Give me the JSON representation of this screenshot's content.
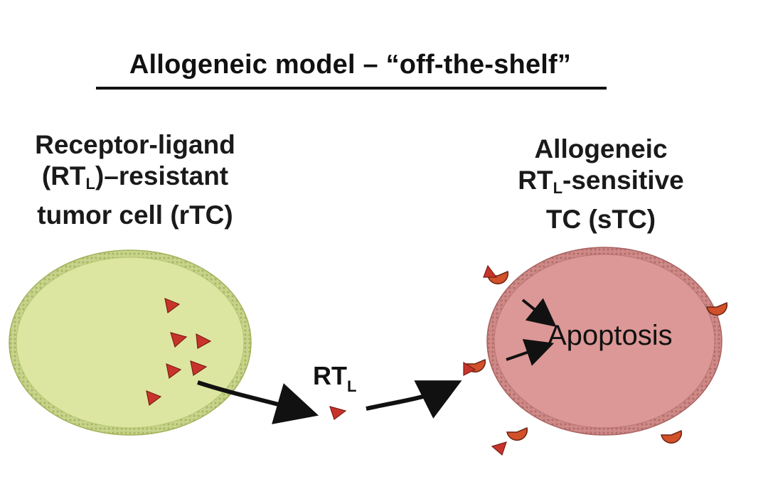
{
  "title": "Allogeneic model – “off-the-shelf”",
  "left_cell": {
    "label_lines": [
      "Receptor-ligand",
      "(RT",
      "L",
      ")–resistant",
      "tumor cell (rTC)"
    ],
    "fill_color": "#dde6a0",
    "membrane_color": "#b9c777"
  },
  "right_cell": {
    "label_lines": [
      "Allogeneic",
      "RT",
      "L",
      "-sensitive",
      "TC (sTC)"
    ],
    "fill_color": "#dc9896",
    "membrane_color": "#c77f7d",
    "center_text": "Apoptosis"
  },
  "ligand": {
    "label": "RT",
    "subscript": "L",
    "color": "#c8342a"
  },
  "receptor_color": "#d2512a"
}
